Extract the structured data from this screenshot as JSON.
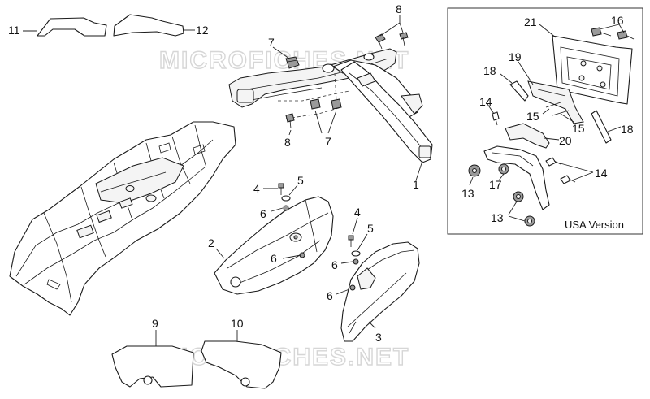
{
  "watermark": "MICROFICHES.NET",
  "inset_caption": "USA Version",
  "callouts": {
    "c1": "1",
    "c2": "2",
    "c3": "3",
    "c4a": "4",
    "c4b": "4",
    "c5a": "5",
    "c5b": "5",
    "c6a": "6",
    "c6b": "6",
    "c6c": "6",
    "c6d": "6",
    "c7a": "7",
    "c7b": "7",
    "c8a": "8",
    "c8b": "8",
    "c9": "9",
    "c10": "10",
    "c11": "11",
    "c12": "12",
    "c13a": "13",
    "c13b": "13",
    "c14a": "14",
    "c14b": "14",
    "c15a": "15",
    "c15b": "15",
    "c16": "16",
    "c17": "17",
    "c18a": "18",
    "c18b": "18",
    "c19": "19",
    "c20": "20",
    "c21": "21"
  }
}
